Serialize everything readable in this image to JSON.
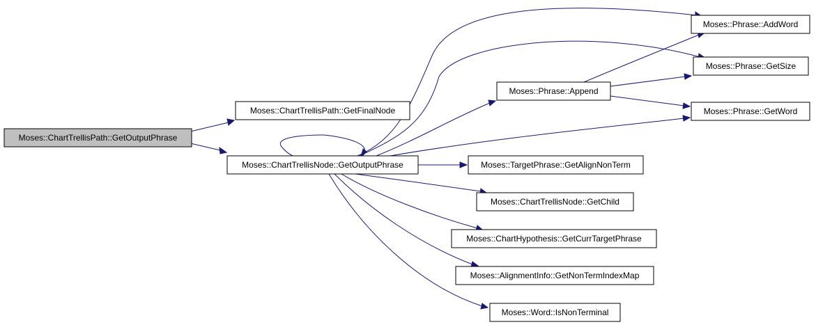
{
  "colors": {
    "node_fill": "#ffffff",
    "root_fill": "#bfbfbf",
    "node_border": "#000000",
    "edge": "#191970"
  },
  "nodes": [
    {
      "id": "getoutputphrase_path",
      "label": "Moses::ChartTrellisPath::GetOutputPhrase",
      "root": true
    },
    {
      "id": "getfinalnode",
      "label": "Moses::ChartTrellisPath::GetFinalNode"
    },
    {
      "id": "getoutputphrase_node",
      "label": "Moses::ChartTrellisNode::GetOutputPhrase"
    },
    {
      "id": "append",
      "label": "Moses::Phrase::Append"
    },
    {
      "id": "addword",
      "label": "Moses::Phrase::AddWord"
    },
    {
      "id": "getsize",
      "label": "Moses::Phrase::GetSize"
    },
    {
      "id": "getword",
      "label": "Moses::Phrase::GetWord"
    },
    {
      "id": "getalignnonterm",
      "label": "Moses::TargetPhrase::GetAlignNonTerm"
    },
    {
      "id": "getchild",
      "label": "Moses::ChartTrellisNode::GetChild"
    },
    {
      "id": "getcurrtargetphrase",
      "label": "Moses::ChartHypothesis::GetCurrTargetPhrase"
    },
    {
      "id": "getnontermindexmap",
      "label": "Moses::AlignmentInfo::GetNonTermIndexMap"
    },
    {
      "id": "isnonterminal",
      "label": "Moses::Word::IsNonTerminal"
    }
  ],
  "edges": [
    {
      "from": "getoutputphrase_path",
      "to": "getfinalnode"
    },
    {
      "from": "getoutputphrase_path",
      "to": "getoutputphrase_node"
    },
    {
      "from": "getoutputphrase_node",
      "to": "getoutputphrase_node"
    },
    {
      "from": "getoutputphrase_node",
      "to": "addword"
    },
    {
      "from": "getoutputphrase_node",
      "to": "getsize"
    },
    {
      "from": "getoutputphrase_node",
      "to": "append"
    },
    {
      "from": "getoutputphrase_node",
      "to": "getword"
    },
    {
      "from": "getoutputphrase_node",
      "to": "getalignnonterm"
    },
    {
      "from": "getoutputphrase_node",
      "to": "getchild"
    },
    {
      "from": "getoutputphrase_node",
      "to": "getcurrtargetphrase"
    },
    {
      "from": "getoutputphrase_node",
      "to": "getnontermindexmap"
    },
    {
      "from": "getoutputphrase_node",
      "to": "isnonterminal"
    },
    {
      "from": "append",
      "to": "addword"
    },
    {
      "from": "append",
      "to": "getsize"
    },
    {
      "from": "append",
      "to": "getword"
    }
  ]
}
